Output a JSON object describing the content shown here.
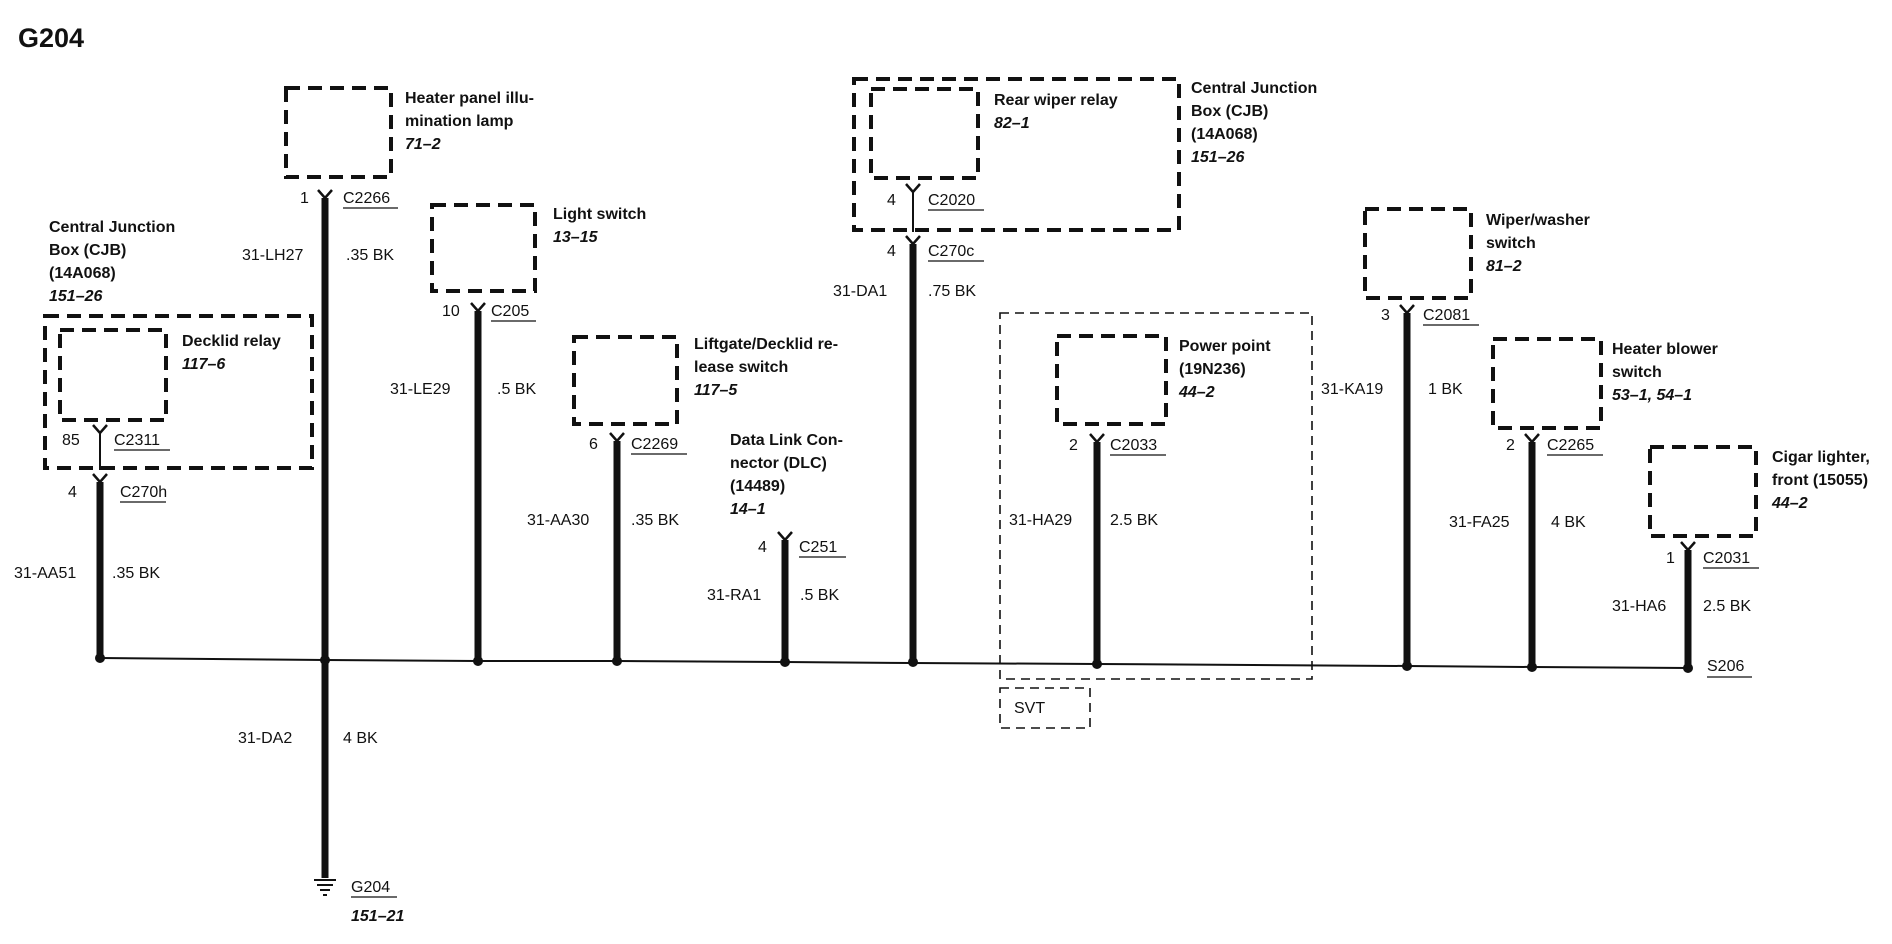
{
  "title": "G204",
  "cjb_left": {
    "line1": "Central Junction",
    "line2": "Box (CJB)",
    "line3": "(14A068)",
    "ref": "151–26"
  },
  "decklid_relay": {
    "name": "Decklid relay",
    "ref": "117–6",
    "pin": "85",
    "connector": "C2311"
  },
  "c270h": {
    "pin": "4",
    "connector": "C270h"
  },
  "aa51": {
    "circuit": "31-AA51",
    "wire": ".35 BK"
  },
  "heater_panel": {
    "line1": "Heater panel illu-",
    "line2": "mination lamp",
    "ref": "71–2",
    "pin": "1",
    "connector": "C2266",
    "circuit": "31-LH27",
    "wire": ".35 BK"
  },
  "ground_wire": {
    "circuit": "31-DA2",
    "wire": "4 BK"
  },
  "ground": {
    "label": "G204",
    "ref": "151–21"
  },
  "light_switch": {
    "name": "Light switch",
    "ref": "13–15",
    "pin": "10",
    "connector": "C205",
    "circuit": "31-LE29",
    "wire": ".5 BK"
  },
  "liftgate": {
    "line1": "Liftgate/Decklid re-",
    "line2": "lease switch",
    "ref": "117–5",
    "pin": "6",
    "connector": "C2269",
    "circuit": "31-AA30",
    "wire": ".35 BK"
  },
  "dlc": {
    "line1": "Data Link Con-",
    "line2": "nector (DLC)",
    "line3": "(14489)",
    "ref": "14–1",
    "pin": "4",
    "connector": "C251",
    "circuit": "31-RA1",
    "wire": ".5 BK"
  },
  "rear_wiper": {
    "name": "Rear wiper relay",
    "ref": "82–1",
    "pin": "4",
    "connector": "C2020"
  },
  "cjb_right": {
    "line1": "Central Junction",
    "line2": "Box (CJB)",
    "line3": "(14A068)",
    "ref": "151–26"
  },
  "c270c": {
    "pin": "4",
    "connector": "C270c",
    "circuit": "31-DA1",
    "wire": ".75 BK"
  },
  "power_point": {
    "line1": "Power point",
    "line2": "(19N236)",
    "ref": "44–2",
    "pin": "2",
    "connector": "C2033",
    "circuit": "31-HA29",
    "wire": "2.5 BK"
  },
  "svt": "SVT",
  "wiper_washer": {
    "line1": "Wiper/washer",
    "line2": "switch",
    "ref": "81–2",
    "pin": "3",
    "connector": "C2081",
    "circuit": "31-KA19",
    "wire": "1 BK"
  },
  "heater_blower": {
    "line1": "Heater blower",
    "line2": "switch",
    "ref": "53–1, 54–1",
    "pin": "2",
    "connector": "C2265",
    "circuit": "31-FA25",
    "wire": "4 BK"
  },
  "cigar": {
    "line1": "Cigar lighter,",
    "line2": "front (15055)",
    "ref": "44–2",
    "pin": "1",
    "connector": "C2031",
    "circuit": "31-HA6",
    "wire": "2.5 BK"
  },
  "splice": "S206"
}
